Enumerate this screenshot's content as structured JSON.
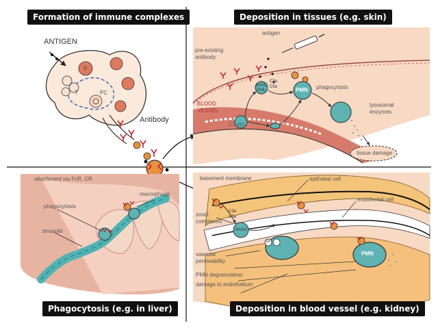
{
  "panels": {
    "formation": {
      "title": "Formation of immune complexes",
      "labels": {
        "antigen": "ANTIGEN",
        "b_cell": "B",
        "t_cell": "T",
        "plasma_cell": "PC",
        "antibody": "Antibody"
      }
    },
    "tissue": {
      "title": "Deposition in tissues (e.g. skin)",
      "labels": {
        "antigen": "antigen",
        "pre_existing_1": "pre-existing",
        "pre_existing_2": "antibody",
        "blood_vessel_1": "BLOOD",
        "blood_vessel_2": "VESSEL",
        "c3": "C3 etc.",
        "c3a": "C3a",
        "c5a": "C5a",
        "baso": "BASO",
        "baso_2": "PHIL",
        "pmn": "PMN",
        "phagocytosis": "phagocytosis",
        "lysosomal_1": "lysosomal",
        "lysosomal_2": "enzymes",
        "tissue_damage": "tissue damage"
      }
    },
    "liver": {
      "title": "Phagocytosis (e.g. in liver)",
      "labels": {
        "attachment": "attachment via FcR, CR",
        "macrophage": "macrophage",
        "phagocytosis": "phagocytosis",
        "sinusoid": "sinusoid"
      }
    },
    "vessel": {
      "title": "Deposition in blood vessel (e.g. kidney)",
      "labels": {
        "basement_membrane": "basement membrane",
        "epithelial": "epithelial cell",
        "endothelial": "endothelial cell",
        "small_1": "small",
        "small_2": "complexes",
        "c3a": "C3a",
        "c5a": "C5a",
        "baso": "BASO",
        "pl": "Pl",
        "vascular_1": "vascular",
        "vascular_2": "permeability",
        "pmn": "PMN",
        "pmn_degranulation": "PMN degranulation",
        "damage": "damage to endothelium"
      }
    }
  }
}
